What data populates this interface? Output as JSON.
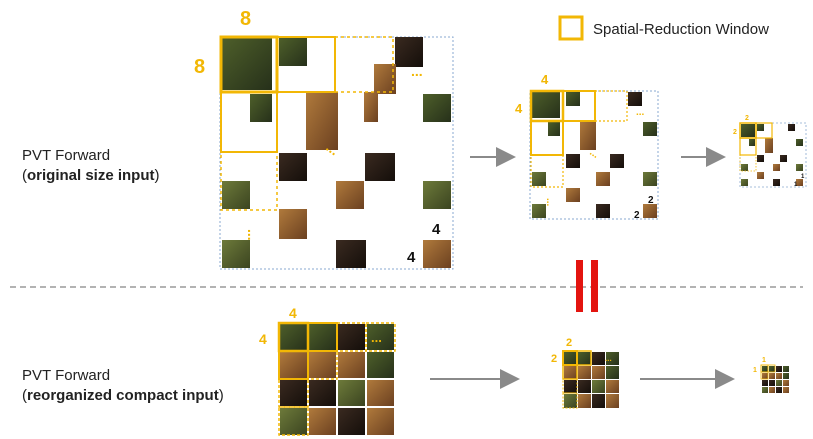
{
  "legend": {
    "label": "Spatial-Reduction Window"
  },
  "rows": [
    {
      "title": "PVT  Forward",
      "subtitle_open": "(",
      "subtitle": "original size input",
      "subtitle_close": ")"
    },
    {
      "title": "PVT  Forward",
      "subtitle_open": "(",
      "subtitle": "reorganized compact input",
      "subtitle_close": ")"
    }
  ],
  "annotations": {
    "stage1_window_w": "8",
    "stage1_window_h": "8",
    "stage1_patch_w": "4",
    "stage1_patch_h": "4",
    "stage2_window_w": "4",
    "stage2_window_h": "4",
    "stage2_patch": "2",
    "stage3_window": "2",
    "stage3_patch": "1",
    "compact1_window_w": "4",
    "compact1_window_h": "4",
    "compact2_window_w": "2",
    "compact2_window_h": "2",
    "compact3_window_w": "1",
    "compact3_window_h": "1",
    "ellipsis": "..."
  },
  "colors": {
    "window": "#f2b705",
    "arrow": "#8a8a8a",
    "equal": "#e3140f",
    "grid_border": "#8aaad0",
    "separator": "#9a9a9a"
  }
}
